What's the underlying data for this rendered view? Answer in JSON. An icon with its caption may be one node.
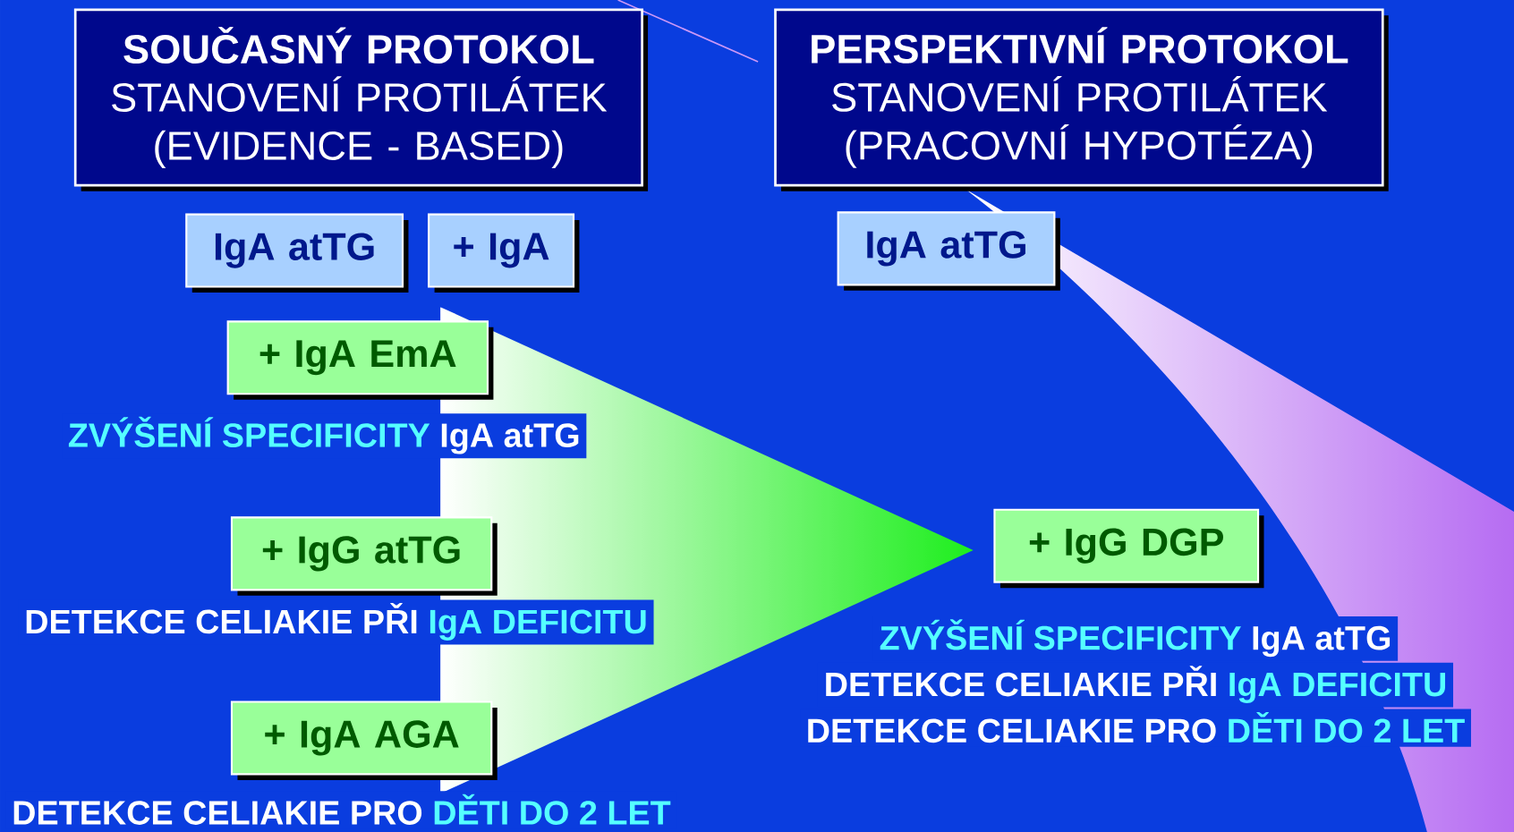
{
  "diagram": {
    "nodes": [
      {
        "text": [
          "SOUČASNÝ PROTOKOL",
          "STANOVENÍ PROTILÁTEK (EVIDENCE - BASED)"
        ]
      },
      {
        "text": [
          "PERSPEKTIVNÍ PROTOKOL",
          "STANOVENÍ PROTILÁTEK (PRACOVNÍ HYPOTÉZA)"
        ]
      },
      {
        "text": [
          "IgA atTG"
        ]
      },
      {
        "text": [
          "+ IgA"
        ]
      },
      {
        "text": [
          "IgA atTG"
        ]
      },
      {
        "text": [
          "+ IgA EmA"
        ]
      },
      {
        "text": [
          "+ IgG atTG"
        ]
      },
      {
        "text": [
          "+ IgA AGA"
        ]
      },
      {
        "text": [
          "+ IgG DGP"
        ]
      }
    ],
    "labels": [
      "ZVÝŠENÍ SPECIFICITY",
      "IgA atTG",
      "DETEKCE CELIAKIE PŘI",
      "IgA DEFICITU",
      "DETEKCE CELIAKIE PRO",
      "DĚTI DO 2 LET",
      "ZVÝŠENÍ SPECIFICITY",
      "IgA atTG",
      "DETEKCE CELIAKIE PŘI",
      "IgA DEFICITU",
      "DETEKCE CELIAKIE PRO",
      "DĚTI DO 2 LET"
    ]
  }
}
